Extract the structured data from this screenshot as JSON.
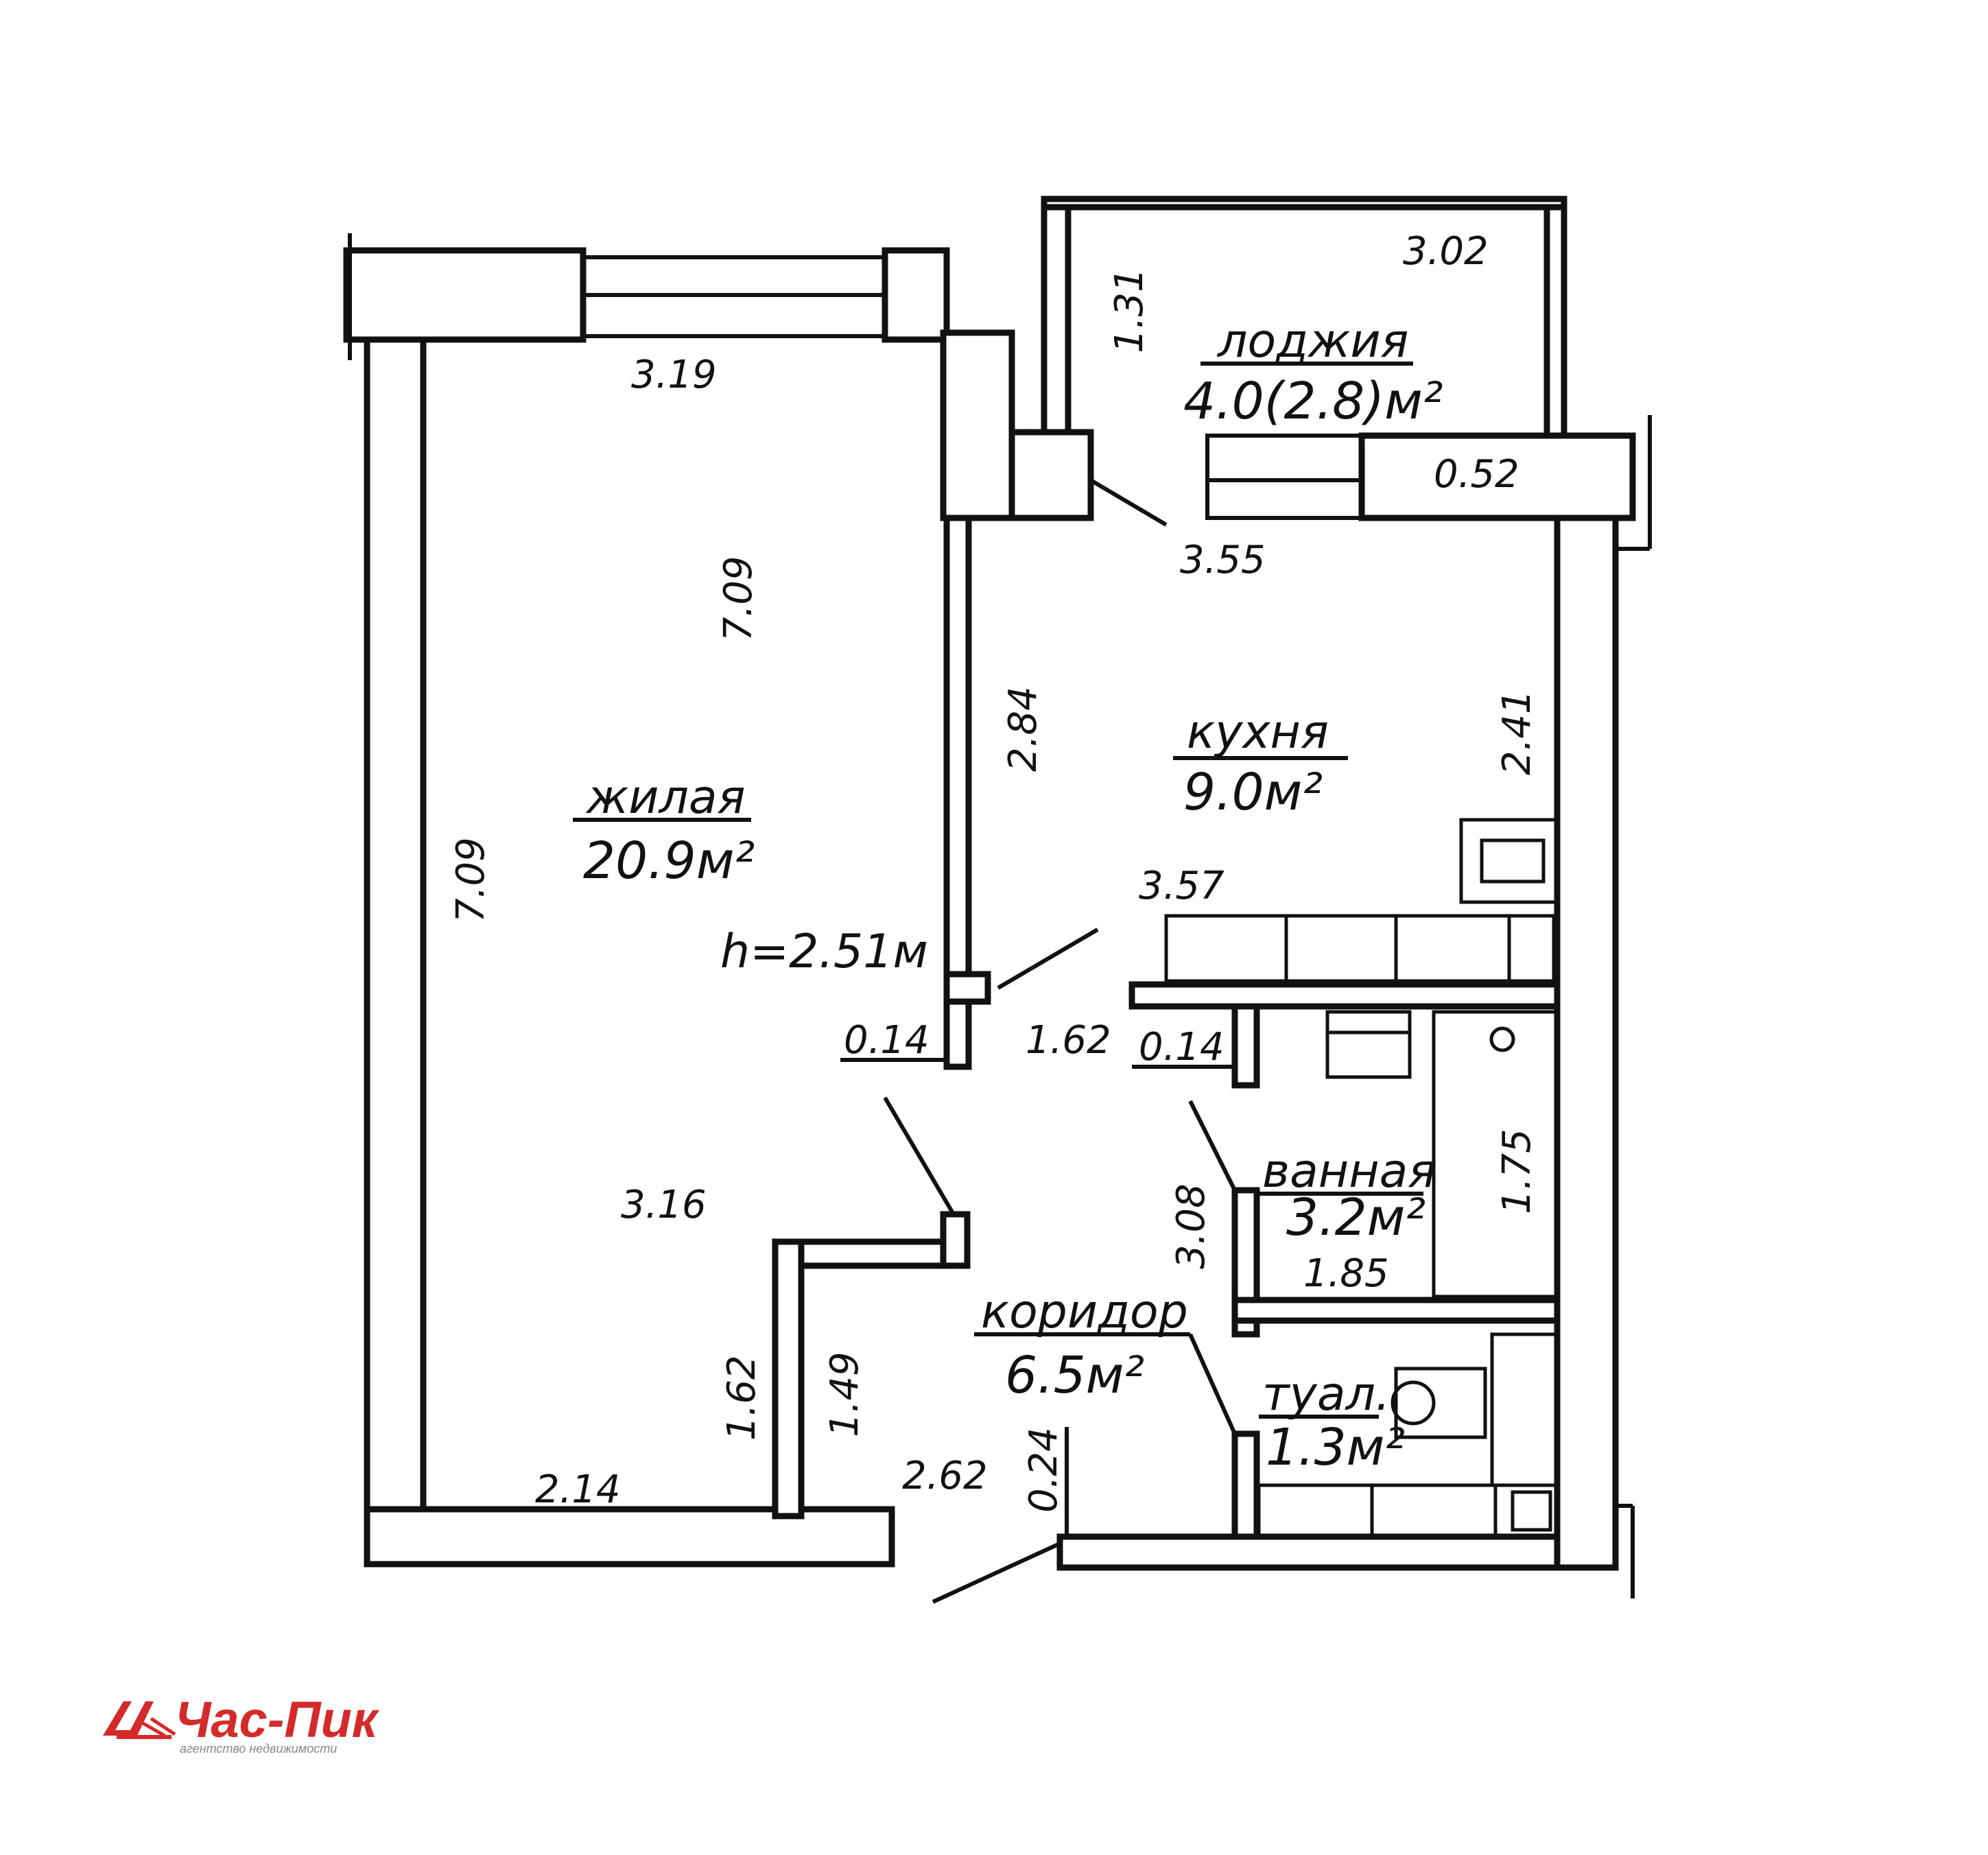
{
  "rooms": {
    "living": {
      "name": "жилая",
      "area": "20.9м²"
    },
    "kitchen": {
      "name": "кухня",
      "area": "9.0м²"
    },
    "loggia": {
      "name": "лоджия",
      "area": "4.0(2.8)м²"
    },
    "bath": {
      "name": "ванная",
      "area": "3.2м²"
    },
    "corridor": {
      "name": "коридор",
      "area": "6.5м²"
    },
    "toilet": {
      "name": "туал.",
      "area": "1.3м²"
    }
  },
  "ceiling_height": "h=2.51м",
  "dimensions": {
    "loggia_width": "3.02",
    "loggia_depth": "1.31",
    "living_top": "3.19",
    "living_inner_height": "7.09",
    "living_outer_height": "7.09",
    "loggia_wall": "0.52",
    "kitchen_top": "3.55",
    "kitchen_left": "2.84",
    "kitchen_right": "2.41",
    "kitchen_bottom": "3.57",
    "wall_left": "0.14",
    "door_width": "1.62",
    "wall_right": "0.14",
    "bath_height": "1.75",
    "corridor_height": "3.08",
    "bath_width": "1.85",
    "living_lower": "3.16",
    "niche_left": "1.62",
    "niche_right": "1.49",
    "living_bottom": "2.14",
    "corridor_bottom": "2.62",
    "entrance_wall": "0.24"
  },
  "logo": {
    "name": "Час-Пик",
    "tagline": "агентство недвижимости",
    "color": "#d42a2a"
  }
}
